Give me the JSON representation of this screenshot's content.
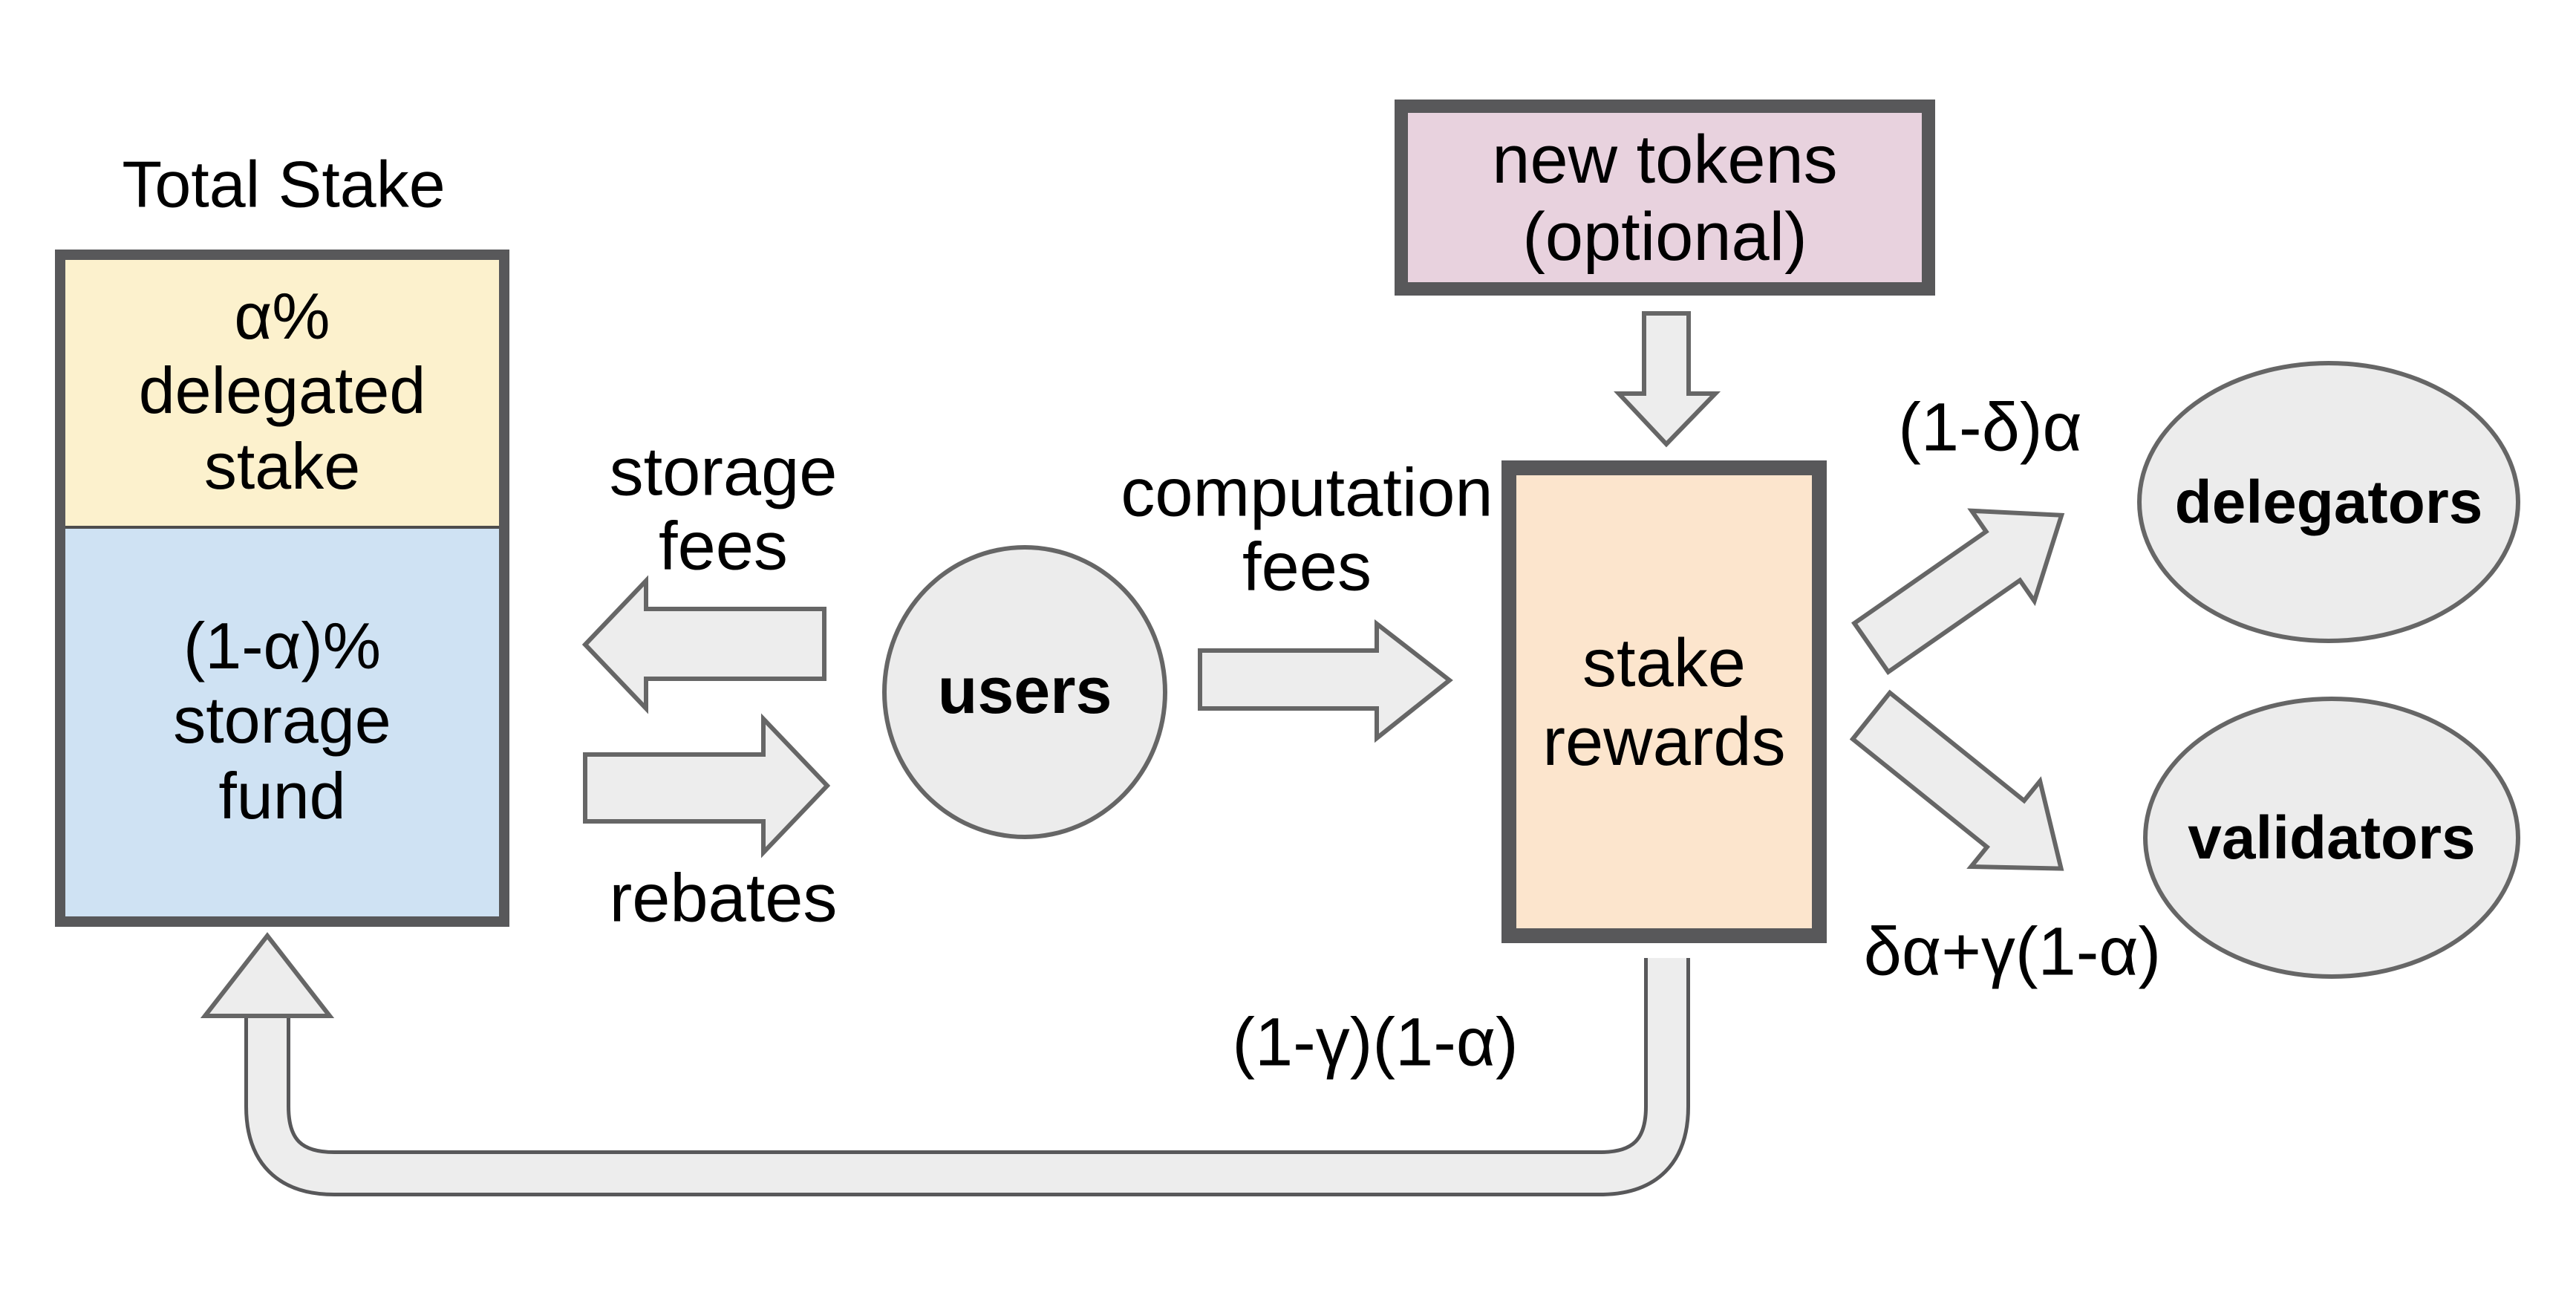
{
  "colors": {
    "background": "#ffffff",
    "box_border": "#58585a",
    "shape_outline": "#666666",
    "delegated_yellow": "#fcf1cd",
    "storage_blue": "#cfe2f3",
    "new_tokens_pink": "#e8d2de",
    "rewards_peach": "#fce5cd",
    "node_gray": "#ececec",
    "arrow_gray": "#ededed",
    "text": "#000000"
  },
  "total_stake": {
    "title": "Total Stake",
    "delegated": "α%\ndelegated\nstake",
    "storage_fund": "(1-α)%\nstorage\nfund"
  },
  "nodes": {
    "users": "users",
    "new_tokens": "new tokens\n(optional)",
    "stake_rewards": "stake\nrewards",
    "delegators": "delegators",
    "validators": "validators"
  },
  "flows": {
    "storage_fees": "storage\nfees",
    "rebates": "rebates",
    "computation_fees": "computation\nfees",
    "delegators_share": "(1-δ)α",
    "validators_share": "δα+γ(1-α)",
    "storage_fund_return": "(1-γ)(1-α)"
  }
}
